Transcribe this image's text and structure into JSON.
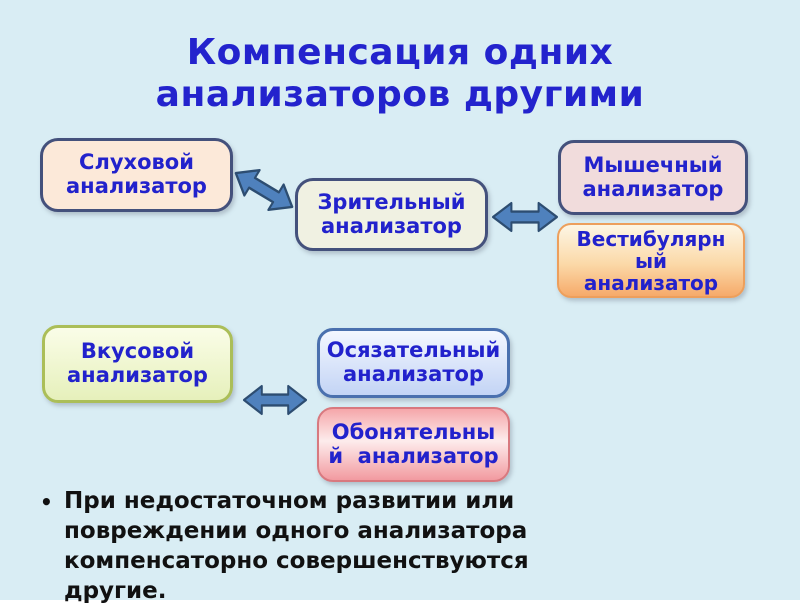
{
  "slide_title": {
    "line1": "Компенсация одних",
    "line2": "анализаторов другими"
  },
  "diagram": {
    "boxes": [
      {
        "id": "auditory",
        "line1": "Слуховой",
        "line2": "анализатор",
        "fill": "#fce9d9",
        "border": "#44517c"
      },
      {
        "id": "visual",
        "line1": "Зрительный",
        "line2": "анализатор",
        "fill": "#f0f1e2",
        "border": "#44517c"
      },
      {
        "id": "muscular",
        "line1": "Мышечный",
        "line2": "анализатор",
        "fill": "#f1dcdc",
        "border": "#44517c"
      },
      {
        "id": "vestibular",
        "line1": "Вестибулярн",
        "line2": "ый",
        "line3": "анализатор",
        "fill": "#fbd9a8",
        "border": "#ed9f5c"
      },
      {
        "id": "gustatory",
        "line1": "Вкусовой",
        "line2": "анализатор",
        "fill": "#eef7cc",
        "border": "#abbe58"
      },
      {
        "id": "tactile",
        "line1": "Осязательный",
        "line2": "анализатор",
        "fill": "#d9e4f8",
        "border": "#4a70ae"
      },
      {
        "id": "olfactory",
        "line1": "Обонятельны",
        "line2": "й  анализатор",
        "fill": "#f8bcbf",
        "border": "#d8797f"
      }
    ],
    "arrow_fill": "#4f81bd",
    "arrow_outline": "#2d4d71"
  },
  "bullet": {
    "marker": "•",
    "text": "При недостаточном развитии или повреждении одного анализатора компенсаторно совершенствуются другие."
  },
  "colors": {
    "background": "#d9edf4",
    "title_text": "#2323cd",
    "box_text": "#2222cc",
    "body_text": "#111111"
  }
}
